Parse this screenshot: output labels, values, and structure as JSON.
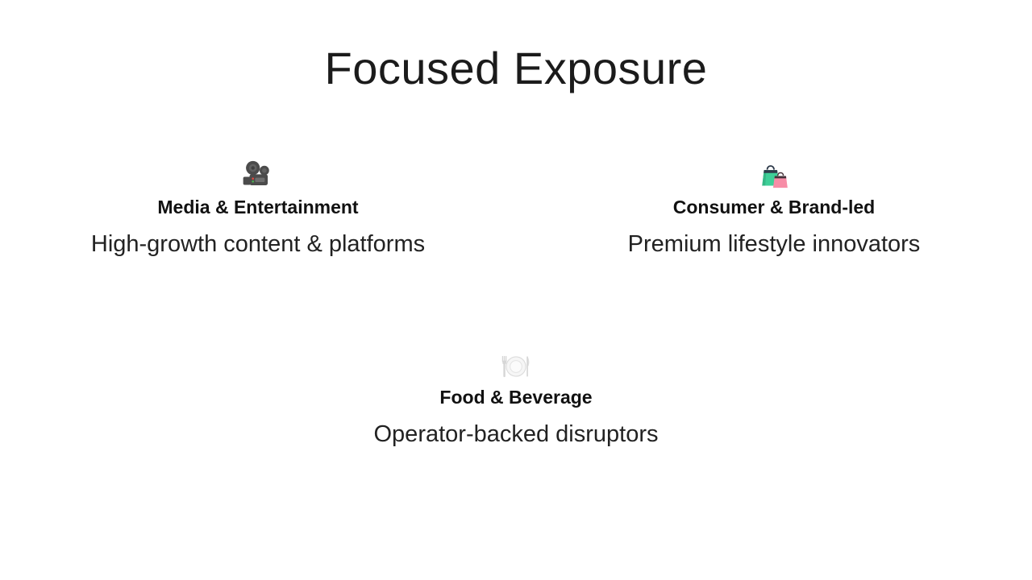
{
  "slide": {
    "title": "Focused Exposure",
    "sectors": [
      {
        "icon": "movie-camera-icon",
        "name": "Media & Entertainment",
        "description": "High-growth content & platforms"
      },
      {
        "icon": "shopping-bags-icon",
        "name": "Consumer & Brand-led",
        "description": "Premium lifestyle innovators"
      },
      {
        "icon": "fork-knife-plate-icon",
        "name": "Food & Beverage",
        "description": "Operator-backed disruptors"
      }
    ],
    "colors": {
      "title_text": "#1b1b1b",
      "heading_text": "#111111",
      "body_text": "#222222",
      "camera_gray": "#4b4b4b",
      "bag_green": "#3ecf98",
      "bag_pink": "#f78da7",
      "cutlery_gray": "#d9d9d9"
    }
  }
}
